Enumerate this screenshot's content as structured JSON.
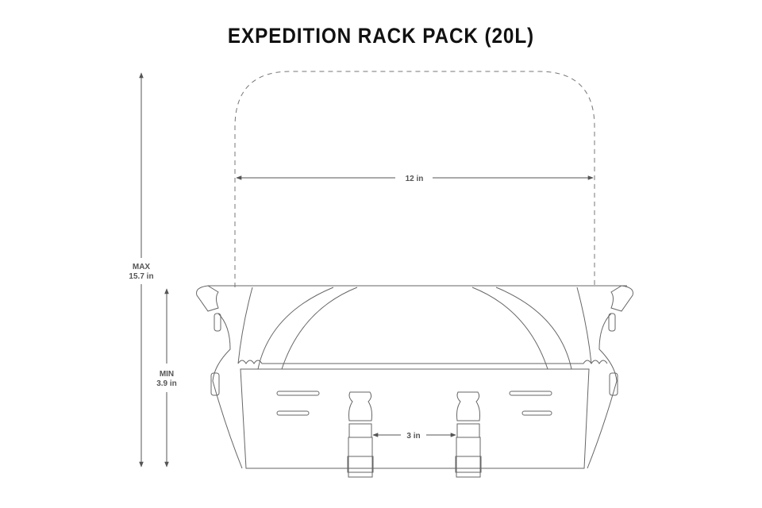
{
  "title": "EXPEDITION RACK PACK (20L)",
  "dimensions": {
    "width_label": "12 in",
    "max_label": "MAX",
    "max_value": "15.7 in",
    "min_label": "MIN",
    "min_value": "3.9 in",
    "strap_spacing": "3 in"
  }
}
